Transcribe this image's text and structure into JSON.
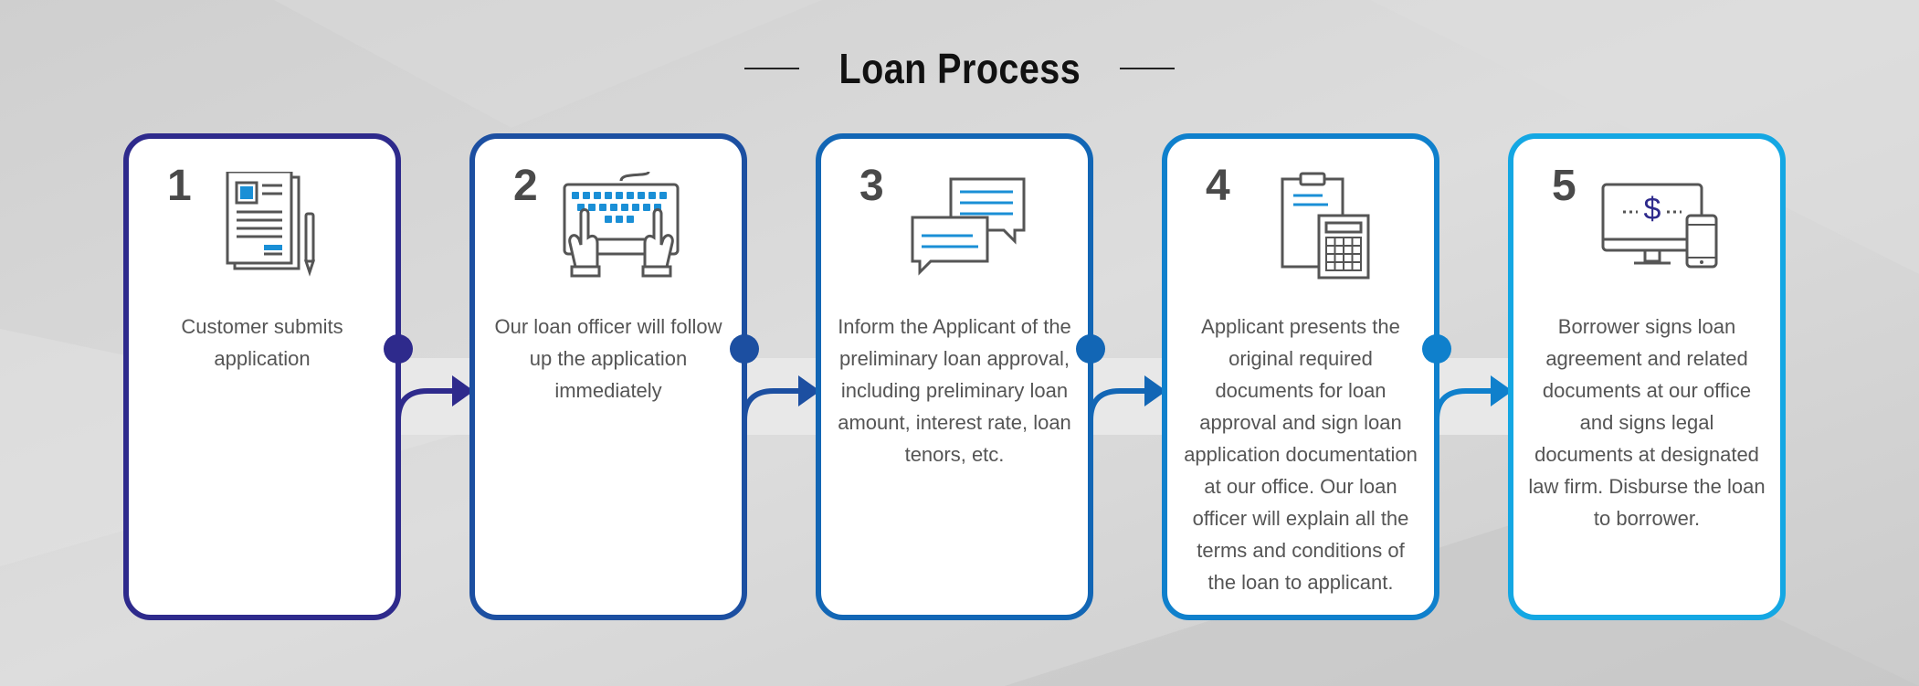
{
  "title": "Loan Process",
  "colors": {
    "background": "#d4d4d4",
    "icon_gray": "#555555",
    "icon_accent": "#1a8fd6"
  },
  "steps": [
    {
      "number": "1",
      "text": "Customer submits application",
      "color": "#2e2a8c",
      "icon": "document-icon"
    },
    {
      "number": "2",
      "text": "Our loan officer will follow up the application immediately",
      "color": "#1c4fa1",
      "icon": "keyboard-hands-icon"
    },
    {
      "number": "3",
      "text": "Inform the Applicant of the preliminary loan approval, including preliminary loan amount, interest rate, loan tenors, etc.",
      "color": "#1266b5",
      "icon": "chat-bubbles-icon"
    },
    {
      "number": "4",
      "text": "Applicant presents the original required documents for loan approval and sign loan application documentation at our office. Our loan officer will explain all the terms and conditions of the loan to applicant.",
      "color": "#0f80cc",
      "icon": "clipboard-calculator-icon"
    },
    {
      "number": "5",
      "text": "Borrower signs loan agreement and related documents at our office and signs legal documents at designated law firm. Disburse the loan to borrower.",
      "color": "#14a7e3",
      "icon": "devices-dollar-icon"
    }
  ]
}
